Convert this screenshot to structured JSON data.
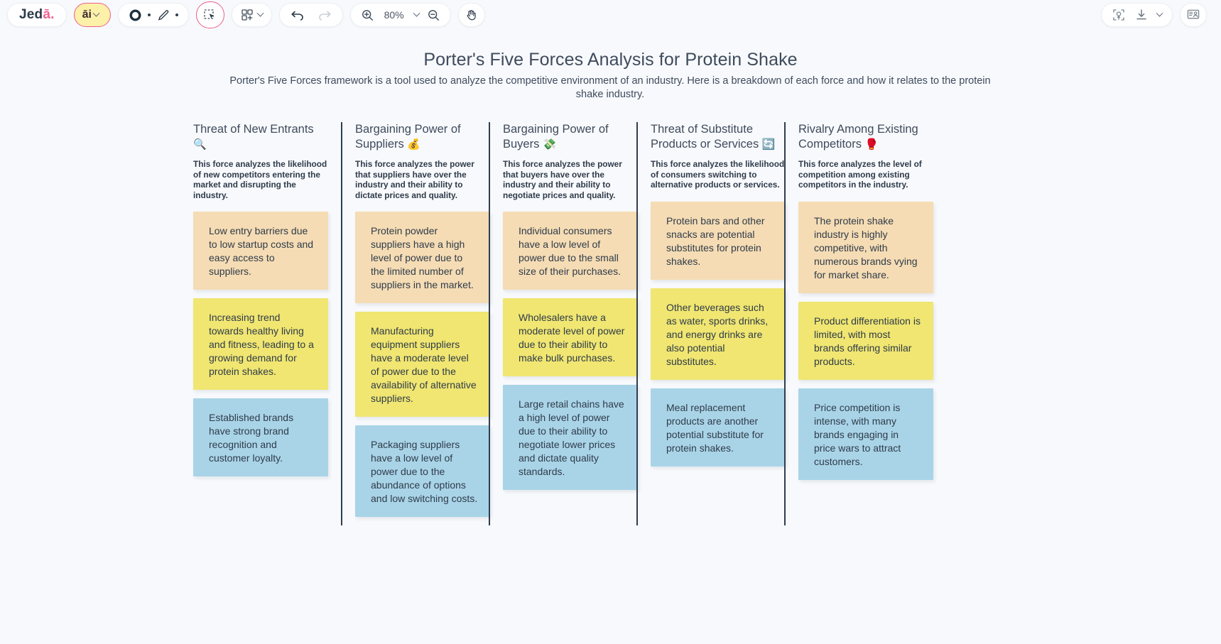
{
  "toolbar": {
    "logo_main": "Jed",
    "logo_accent": "ā.",
    "ai_label": "āi",
    "zoom_level": "80%",
    "icons": {
      "shape": "circle-shape-icon",
      "pen": "pen-icon",
      "select": "select-cursor-icon",
      "frame": "frame-add-icon",
      "undo": "undo-icon",
      "redo": "redo-icon",
      "zoom_in": "zoom-in-icon",
      "zoom_out": "zoom-out-icon",
      "pan": "hand-pan-icon",
      "snapshot": "snapshot-upload-icon",
      "download": "download-icon",
      "present": "present-icon"
    }
  },
  "document": {
    "title": "Porter's Five Forces Analysis for Protein Shake",
    "subtitle": "Porter's Five Forces framework is a tool used to analyze the competitive environment of an industry. Here is a breakdown of each force and how it relates to the protein shake industry."
  },
  "colors": {
    "background": "#f7f9fc",
    "text": "#2f3b4a",
    "divider": "#2f3e4f",
    "accent_pink": "#ef5e8c",
    "note_peach": "#f5dcb4",
    "note_yellow": "#f0e671",
    "note_blue": "#a9d4e7"
  },
  "columns": [
    {
      "title": "Threat of New Entrants",
      "emoji": "🔍",
      "description": "This force analyzes the likelihood of new competitors entering the market and disrupting the industry.",
      "notes": [
        {
          "color": "peach",
          "text": "Low entry barriers due to low startup costs and easy access to suppliers."
        },
        {
          "color": "yellow",
          "text": "Increasing trend towards healthy living and fitness, leading to a growing demand for protein shakes."
        },
        {
          "color": "blue",
          "text": "Established brands have strong brand recognition and customer loyalty."
        }
      ]
    },
    {
      "title": "Bargaining Power of Suppliers",
      "emoji": "💰",
      "description": "This force analyzes the power that suppliers have over the industry and their ability to dictate prices and quality.",
      "notes": [
        {
          "color": "peach",
          "text": "Protein powder suppliers have a high level of power due to the limited number of suppliers in the market."
        },
        {
          "color": "yellow",
          "text": "Manufacturing equipment suppliers have a moderate level of power due to the availability of alternative suppliers."
        },
        {
          "color": "blue",
          "text": "Packaging suppliers have a low level of power due to the abundance of options and low switching costs."
        }
      ]
    },
    {
      "title": "Bargaining Power of Buyers",
      "emoji": "💸",
      "description": "This force analyzes the power that buyers have over the industry and their ability to negotiate prices and quality.",
      "notes": [
        {
          "color": "peach",
          "text": "Individual consumers have a low level of power due to the small size of their purchases."
        },
        {
          "color": "yellow",
          "text": "Wholesalers have a moderate level of power due to their ability to make bulk purchases."
        },
        {
          "color": "blue",
          "text": "Large retail chains have a high level of power due to their ability to negotiate lower prices and dictate quality standards."
        }
      ]
    },
    {
      "title": "Threat of Substitute Products or Services",
      "emoji": "🔄",
      "description": "This force analyzes the likelihood of consumers switching to alternative products or services.",
      "notes": [
        {
          "color": "peach",
          "text": "Protein bars and other snacks are potential substitutes for protein shakes."
        },
        {
          "color": "yellow",
          "text": "Other beverages such as water, sports drinks, and energy drinks are also potential substitutes."
        },
        {
          "color": "blue",
          "text": "Meal replacement products are another potential substitute for protein shakes."
        }
      ]
    },
    {
      "title": "Rivalry Among Existing Competitors",
      "emoji": "🥊",
      "description": "This force analyzes the level of competition among existing competitors in the industry.",
      "notes": [
        {
          "color": "peach",
          "text": "The protein shake industry is highly competitive, with numerous brands vying for market share."
        },
        {
          "color": "yellow",
          "text": "Product differentiation is limited, with most brands offering similar products."
        },
        {
          "color": "blue",
          "text": "Price competition is intense, with many brands engaging in price wars to attract customers."
        }
      ]
    }
  ]
}
